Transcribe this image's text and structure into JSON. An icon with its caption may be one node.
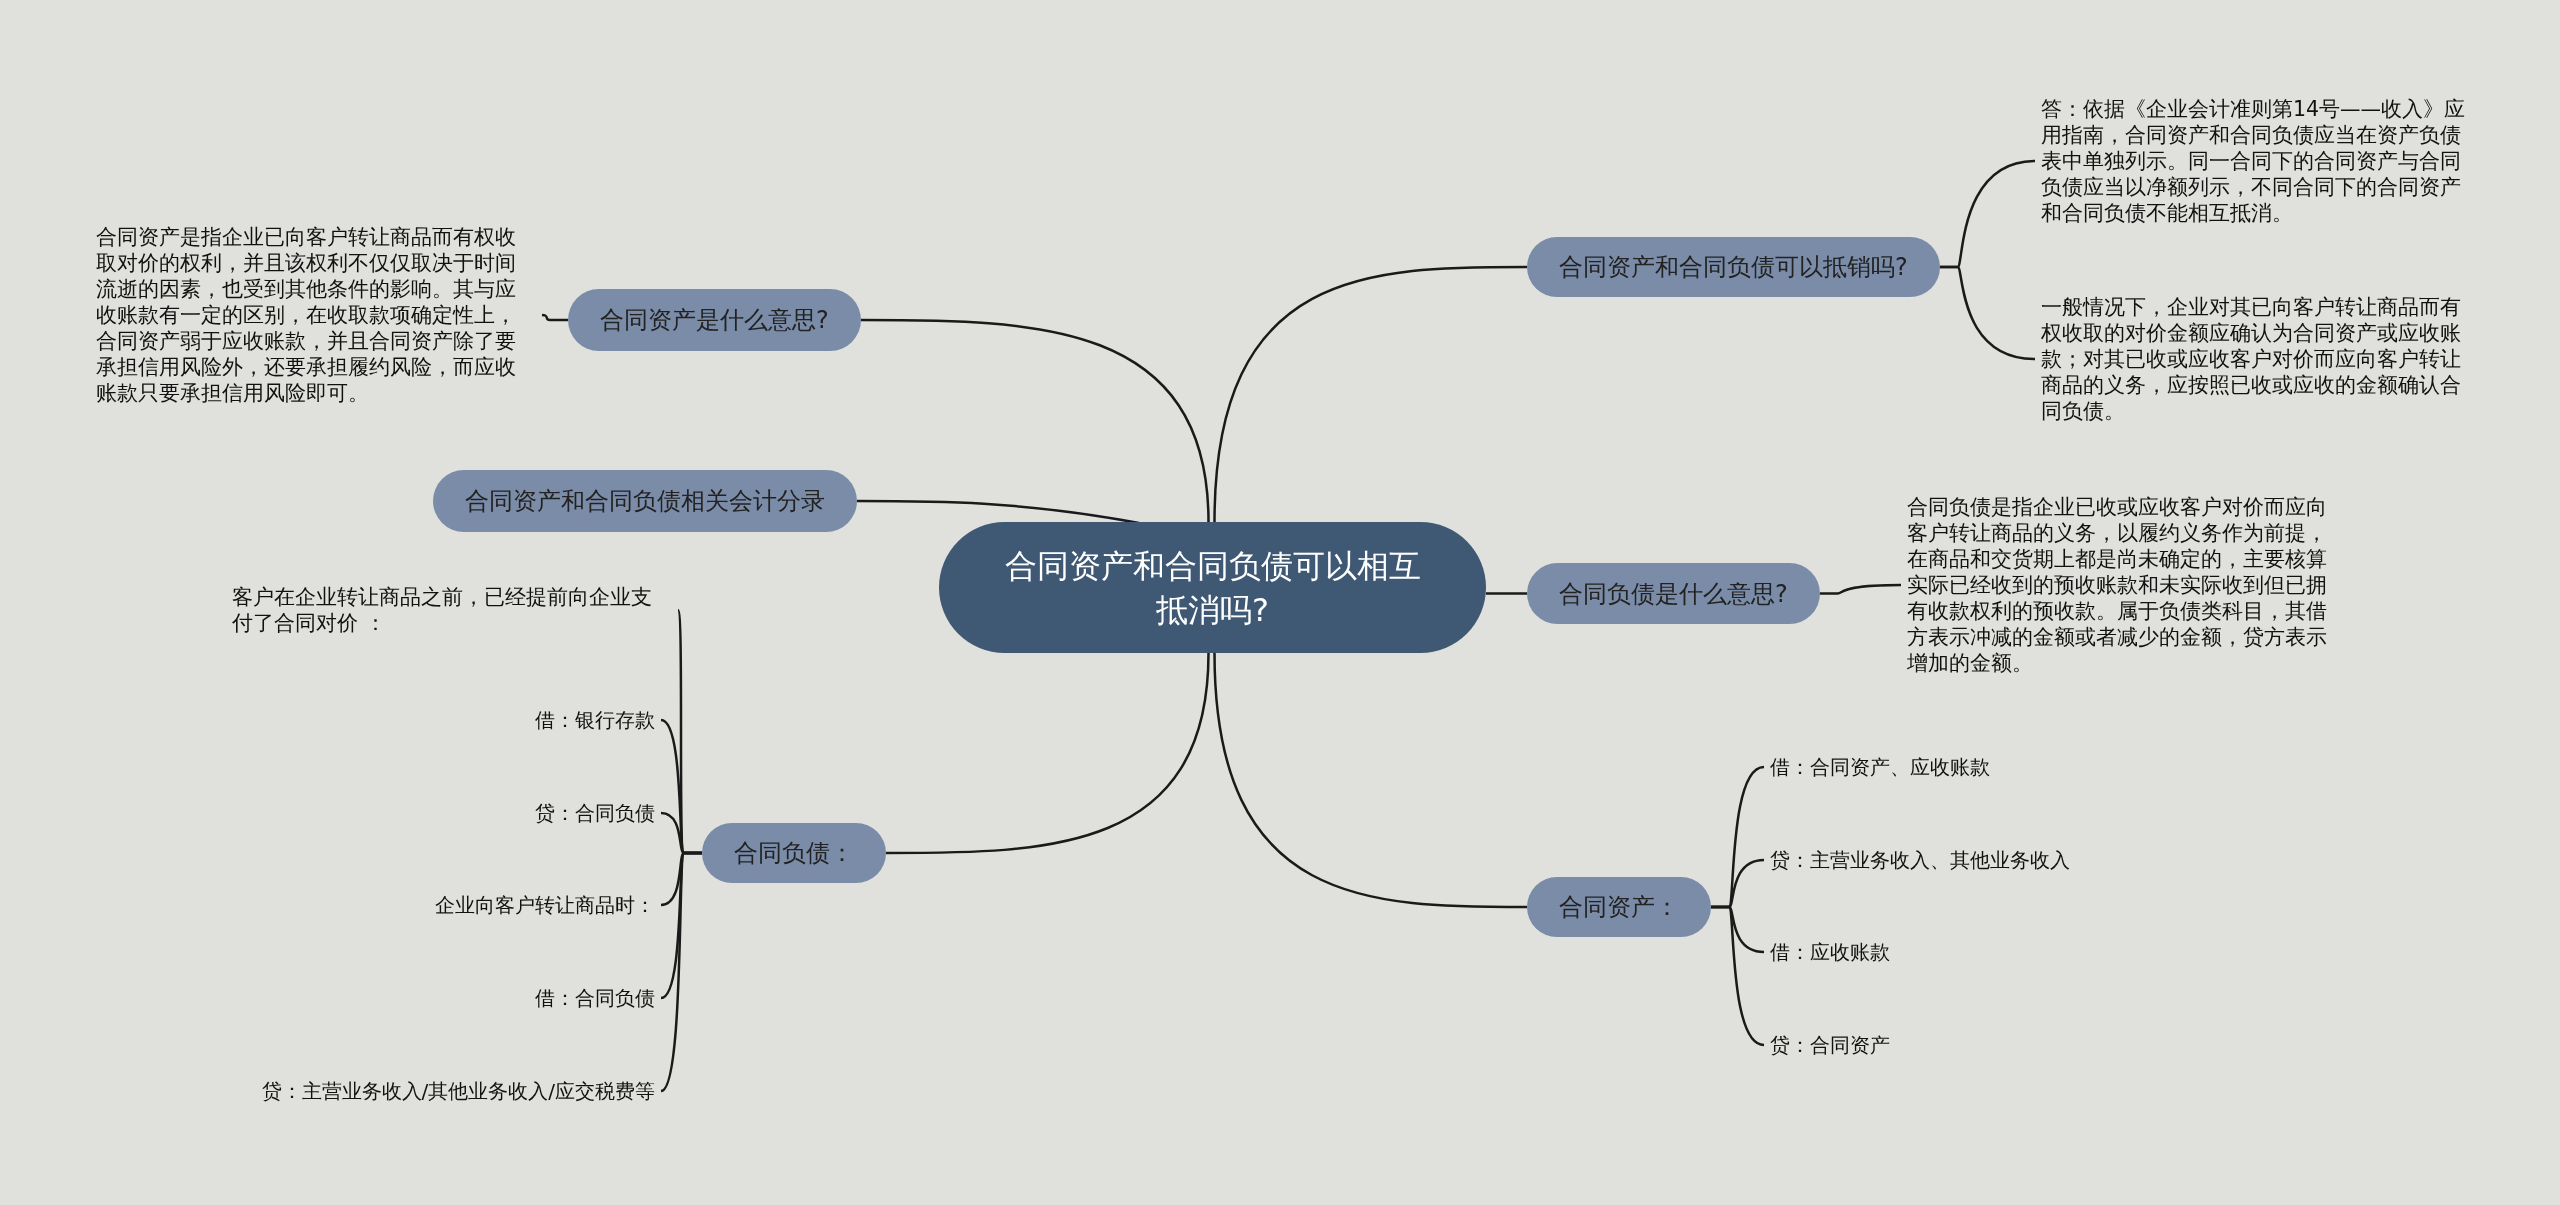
{
  "diagram": {
    "nodes": [
      {
        "text": [
          "合同资产和合同负债可以相互抵消吗?"
        ]
      },
      {
        "text": [
          "合同资产和合同负债可以抵销吗?"
        ]
      },
      {
        "text": [
          "答：依据《企业会计准则第14号——收入》应用指南，合同资产和合同负债应当在资产负债表中单独列示。同一合同下的合同资产与合同负债应当以净额列示，不同合同下的合同资产和合同负债不能相互抵消。"
        ]
      },
      {
        "text": [
          "一般情况下，企业对其已向客户转让商品而有权收取的对价金额应确认为合同资产或应收账款；对其已收或应收客户对价而应向客户转让商品的义务，应按照已收或应收的金额确认合同负债。"
        ]
      },
      {
        "text": [
          "合同负债是什么意思?"
        ]
      },
      {
        "text": [
          "合同负债是指企业已收或应收客户对价而应向客户转让商品的义务，以履约义务作为前提，在商品和交货期上都是尚未确定的，主要核算实际已经收到的预收账款和未实际收到但已拥有收款权利的预收款。属于负债类科目，其借方表示冲减的金额或者减少的金额，贷方表示增加的金额。"
        ]
      },
      {
        "text": [
          "合同资产："
        ]
      },
      {
        "text": [
          "借：合同资产、应收账款"
        ]
      },
      {
        "text": [
          "贷：主营业务收入、其他业务收入"
        ]
      },
      {
        "text": [
          "借：应收账款"
        ]
      },
      {
        "text": [
          "贷：合同资产"
        ]
      },
      {
        "text": [
          "合同资产是什么意思?"
        ]
      },
      {
        "text": [
          "合同资产是指企业已向客户转让商品而有权收取对价的权利，并且该权利不仅仅取决于时间流逝的因素，也受到其他条件的影响。其与应收账款有一定的区别，在收取款项确定性上，合同资产弱于应收账款，并且合同资产除了要承担信用风险外，还要承担履约风险，而应收账款只要承担信用风险即可。"
        ]
      },
      {
        "text": [
          "合同资产和合同负债相关会计分录"
        ]
      },
      {
        "text": [
          "合同负债："
        ]
      },
      {
        "text": [
          "客户在企业转让商品之前，已经提前向企业支付了合同对价 ："
        ]
      },
      {
        "text": [
          "借：银行存款"
        ]
      },
      {
        "text": [
          "贷：合同负债"
        ]
      },
      {
        "text": [
          "企业向客户转让商品时："
        ]
      },
      {
        "text": [
          "借：合同负债"
        ]
      },
      {
        "text": [
          "贷：主营业务收入/其他业务收入/应交税费等"
        ]
      }
    ],
    "edges": [
      {
        "from": 0,
        "to": 1,
        "arrow": "none"
      },
      {
        "from": 1,
        "to": 2,
        "arrow": "none"
      },
      {
        "from": 1,
        "to": 3,
        "arrow": "none"
      },
      {
        "from": 0,
        "to": 4,
        "arrow": "none"
      },
      {
        "from": 4,
        "to": 5,
        "arrow": "none"
      },
      {
        "from": 0,
        "to": 6,
        "arrow": "none"
      },
      {
        "from": 6,
        "to": 7,
        "arrow": "none"
      },
      {
        "from": 6,
        "to": 8,
        "arrow": "none"
      },
      {
        "from": 6,
        "to": 9,
        "arrow": "none"
      },
      {
        "from": 6,
        "to": 10,
        "arrow": "none"
      },
      {
        "from": 0,
        "to": 11,
        "arrow": "none"
      },
      {
        "from": 11,
        "to": 12,
        "arrow": "none"
      },
      {
        "from": 0,
        "to": 13,
        "arrow": "none"
      },
      {
        "from": 0,
        "to": 14,
        "arrow": "none"
      },
      {
        "from": 14,
        "to": 15,
        "arrow": "none"
      },
      {
        "from": 14,
        "to": 16,
        "arrow": "none"
      },
      {
        "from": 14,
        "to": 17,
        "arrow": "none"
      },
      {
        "from": 14,
        "to": 18,
        "arrow": "none"
      },
      {
        "from": 14,
        "to": 19,
        "arrow": "none"
      },
      {
        "from": 14,
        "to": 20,
        "arrow": "none"
      }
    ]
  }
}
